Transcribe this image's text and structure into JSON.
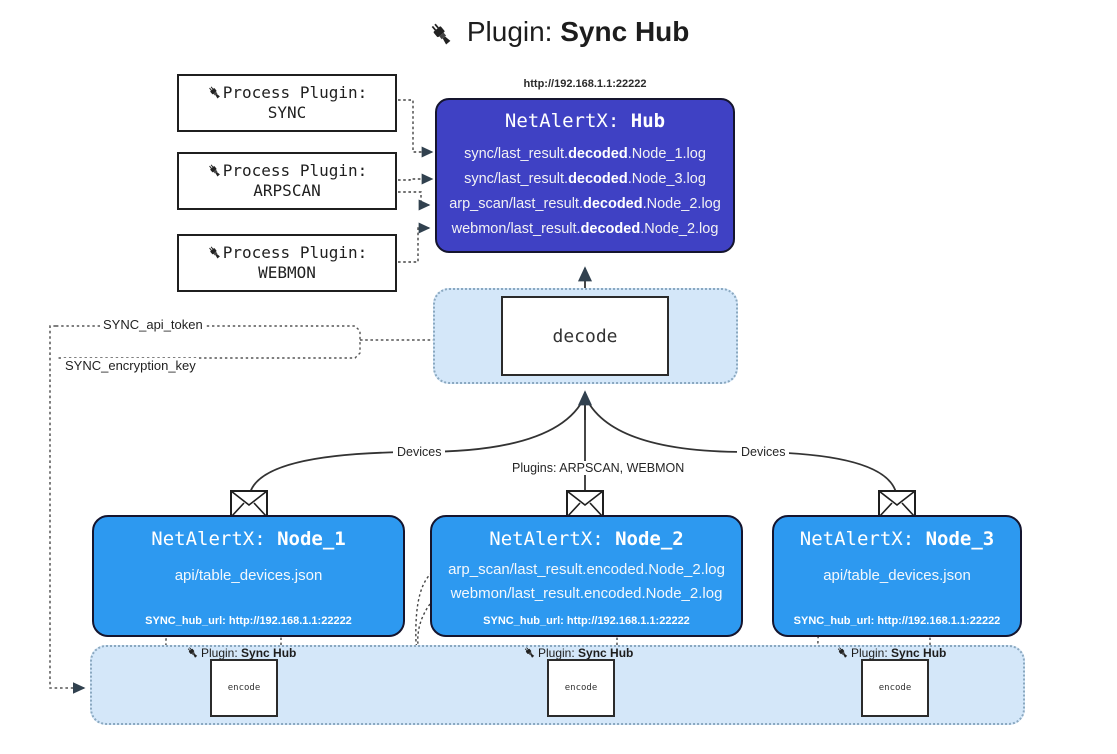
{
  "title": {
    "icon": "plug-icon",
    "prefix": "Plugin: ",
    "name": "Sync Hub"
  },
  "process_plugins": [
    {
      "icon": "plug-icon",
      "line1": "Process Plugin:",
      "line2": "SYNC"
    },
    {
      "icon": "plug-icon",
      "line1": "Process Plugin:",
      "line2": "ARPSCAN"
    },
    {
      "icon": "plug-icon",
      "line1": "Process Plugin:",
      "line2": "WEBMON"
    }
  ],
  "hub": {
    "url": "http://192.168.1.1:22222",
    "title_prefix": "NetAlertX: ",
    "title_name": "Hub",
    "logs": [
      {
        "pre": "sync/last_result.",
        "bold": "decoded",
        "post": ".Node_1.log"
      },
      {
        "pre": "sync/last_result.",
        "bold": "decoded",
        "post": ".Node_3.log"
      },
      {
        "pre": "arp_scan/last_result.",
        "bold": "decoded",
        "post": ".Node_2.log"
      },
      {
        "pre": "webmon/last_result.",
        "bold": "decoded",
        "post": ".Node_2.log"
      }
    ]
  },
  "decode": {
    "label": "decode"
  },
  "settings": {
    "api_token": "SYNC_api_token",
    "encryption_key": "SYNC_encryption_key"
  },
  "edge_labels": {
    "devices_left": "Devices",
    "plugins_center": "Plugins: ARPSCAN, WEBMON",
    "devices_right": "Devices"
  },
  "nodes": [
    {
      "icon": "envelope-icon",
      "title_prefix": "NetAlertX: ",
      "title_name": "Node_1",
      "lines": [
        "api/table_devices.json"
      ],
      "setting": "SYNC_hub_url: http://192.168.1.1:22222"
    },
    {
      "icon": "envelope-icon",
      "title_prefix": "NetAlertX: ",
      "title_name": "Node_2",
      "lines": [
        "arp_scan/last_result.encoded.Node_2.log",
        "webmon/last_result.encoded.Node_2.log"
      ],
      "setting": "SYNC_hub_url: http://192.168.1.1:22222"
    },
    {
      "icon": "envelope-icon",
      "title_prefix": "NetAlertX: ",
      "title_name": "Node_3",
      "lines": [
        "api/table_devices.json"
      ],
      "setting": "SYNC_hub_url: http://192.168.1.1:22222"
    }
  ],
  "encode_zones": [
    {
      "icon": "plug-icon",
      "caption_prefix": "Plugin: ",
      "caption_name": "Sync Hub",
      "box_label": "encode"
    },
    {
      "icon": "plug-icon",
      "caption_prefix": "Plugin: ",
      "caption_name": "Sync Hub",
      "box_label": "encode"
    },
    {
      "icon": "plug-icon",
      "caption_prefix": "Plugin: ",
      "caption_name": "Sync Hub",
      "box_label": "encode"
    }
  ],
  "colors": {
    "hub_fill": "#3f41c4",
    "node_fill": "#2d99f0",
    "zone_fill": "#d4e7f9",
    "edge_stroke": "#333333",
    "box_stroke": "#15152e"
  }
}
